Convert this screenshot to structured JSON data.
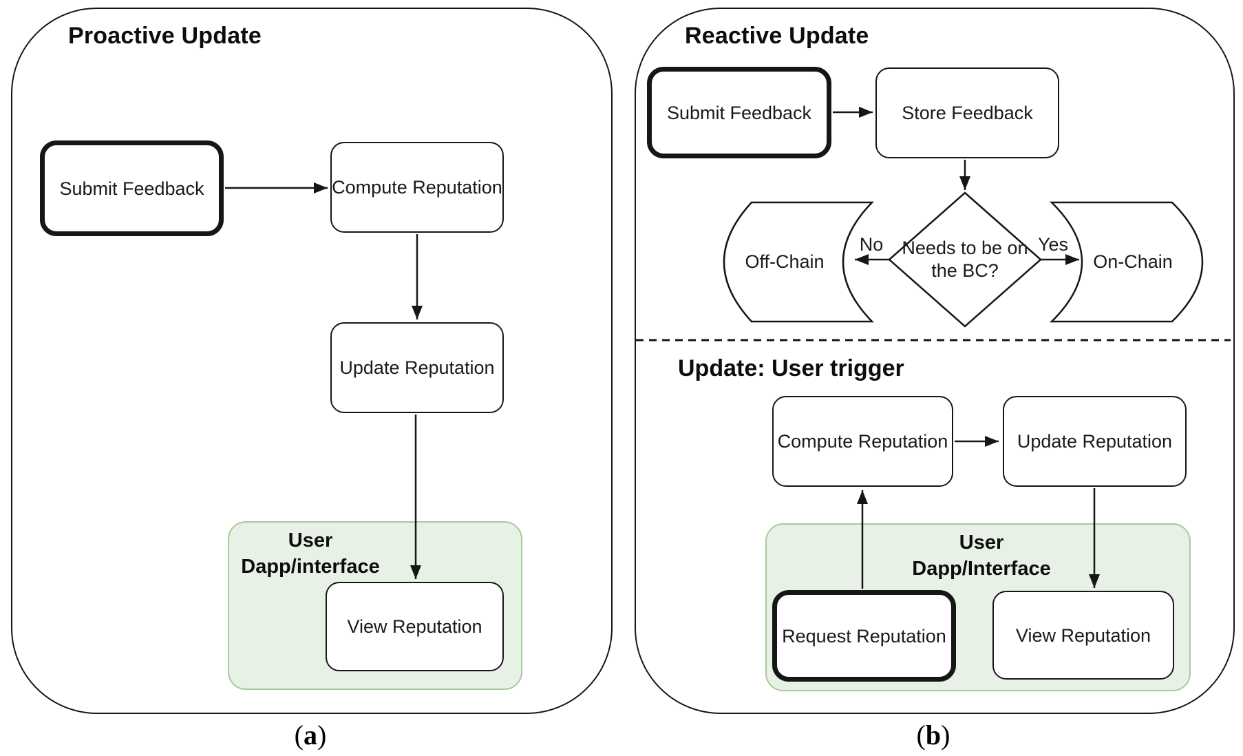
{
  "figure": {
    "panels": {
      "a": {
        "title": "Proactive Update",
        "caption": {
          "open": "(",
          "letter": "a",
          "close": ")"
        },
        "nodes": {
          "submit_feedback": "Submit Feedback",
          "compute_reputation": "Compute Reputation",
          "update_reputation": "Update Reputation",
          "view_reputation": "View Reputation"
        },
        "group_label": {
          "line1": "User",
          "line2": "Dapp/interface"
        }
      },
      "b": {
        "title": "Reactive Update",
        "section_label": "Update: User trigger",
        "caption": {
          "open": "(",
          "letter": "b",
          "close": ")"
        },
        "nodes": {
          "submit_feedback": "Submit Feedback",
          "store_feedback": "Store Feedback",
          "decision": {
            "line1": "Needs to be on",
            "line2": "the BC?"
          },
          "off_chain": "Off-Chain",
          "on_chain": "On-Chain",
          "compute_reputation": "Compute Reputation",
          "update_reputation": "Update Reputation",
          "request_reputation": "Request Reputation",
          "view_reputation": "View Reputation"
        },
        "edge_labels": {
          "no": "No",
          "yes": "Yes"
        },
        "group_label": {
          "line1": "User",
          "line2": "Dapp/Interface"
        }
      }
    },
    "colors": {
      "stroke": "#161616",
      "group_fill": "#e8f1e6",
      "group_stroke": "#a8c89d",
      "background": "#ffffff"
    }
  }
}
